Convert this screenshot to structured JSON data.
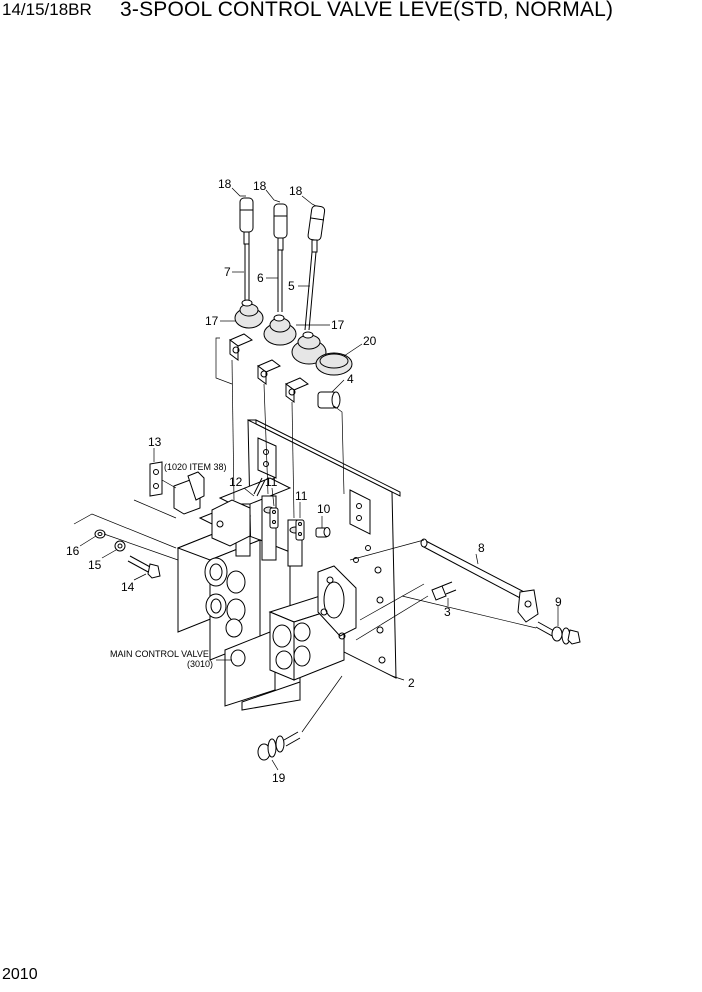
{
  "header": {
    "model": "14/15/18BR",
    "title": "3-SPOOL CONTROL VALVE LEVE(STD, NORMAL)"
  },
  "page_number": "2010",
  "callouts": {
    "c18a": "18",
    "c18b": "18",
    "c18c": "18",
    "c7": "7",
    "c6": "6",
    "c5": "5",
    "c17a": "17",
    "c17b": "17",
    "c20": "20",
    "c4": "4",
    "c13": "13",
    "c12": "12",
    "c11a": "11",
    "c11b": "11",
    "c10": "10",
    "c8": "8",
    "c9": "9",
    "c3": "3",
    "c16": "16",
    "c15": "15",
    "c14": "14",
    "c2": "2",
    "c19": "19"
  },
  "notes": {
    "ref_item": "(1020 ITEM 38)",
    "main_valve_line1": "MAIN CONTROL VALVE",
    "main_valve_line2": "(3010)"
  }
}
